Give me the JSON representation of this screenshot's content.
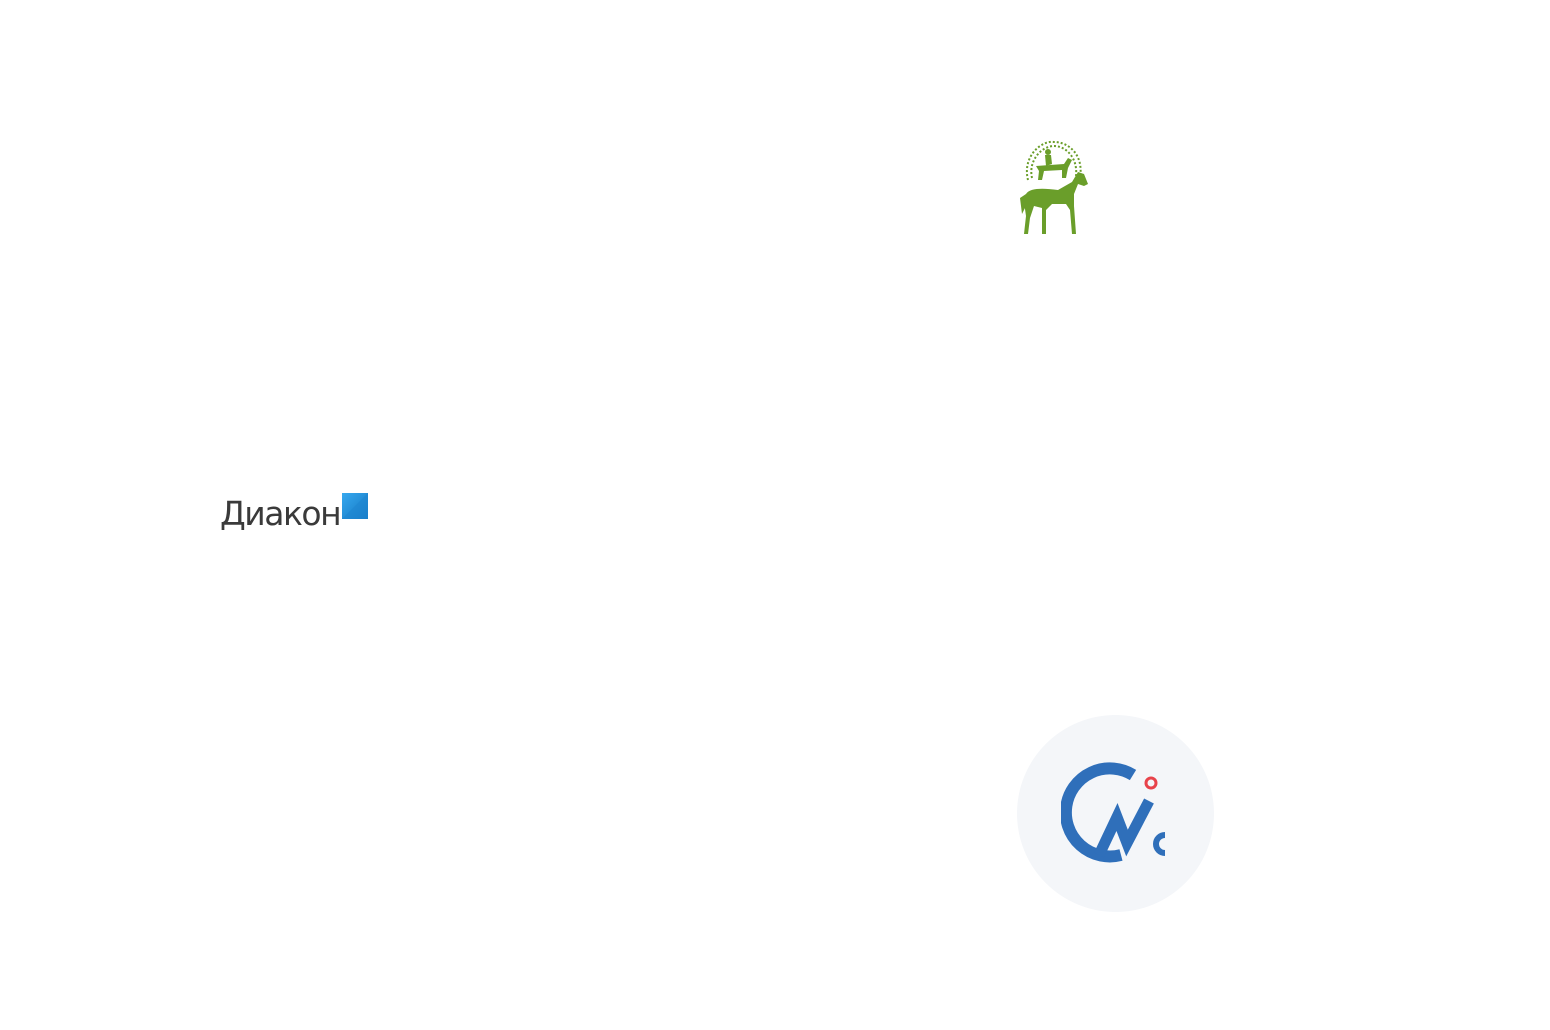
{
  "logos": [
    {
      "name": "equestrian-club",
      "icon": "horse-rider-icon",
      "color": "#6a9e2a"
    },
    {
      "name": "diakon",
      "text": "Диакон",
      "icon": "blue-square-icon",
      "text_color": "#3a3a3a",
      "accent_color": "#1c8fd6"
    },
    {
      "name": "cwc",
      "icon": "cw-monogram-icon",
      "color": "#2f6fba",
      "dot_color": "#e8434b",
      "background_color": "#f4f6f9"
    }
  ]
}
